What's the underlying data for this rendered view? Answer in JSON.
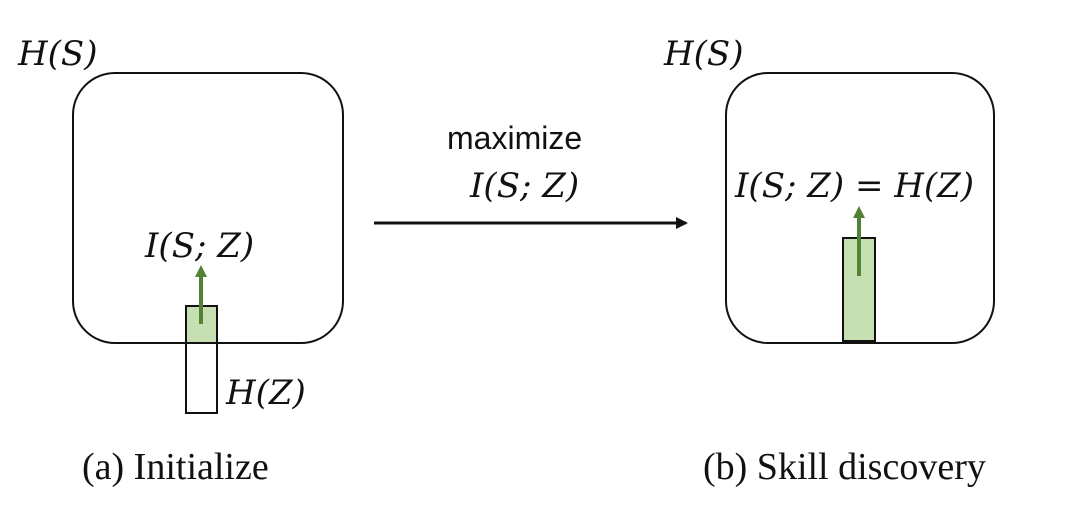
{
  "panel_a": {
    "entropy_s_label": "H(S)",
    "mi_label": "I(S; Z)",
    "entropy_z_label": "H(Z)",
    "caption": "(a) Initialize"
  },
  "transition": {
    "verb": "maximize",
    "target": "I(S; Z)"
  },
  "panel_b": {
    "entropy_s_label": "H(S)",
    "equation_label": "I(S; Z) = H(Z)",
    "caption": "(b) Skill discovery"
  },
  "colors": {
    "stroke": "#111111",
    "fill_green": "#c6e0b4",
    "arrow_green": "#538135"
  }
}
